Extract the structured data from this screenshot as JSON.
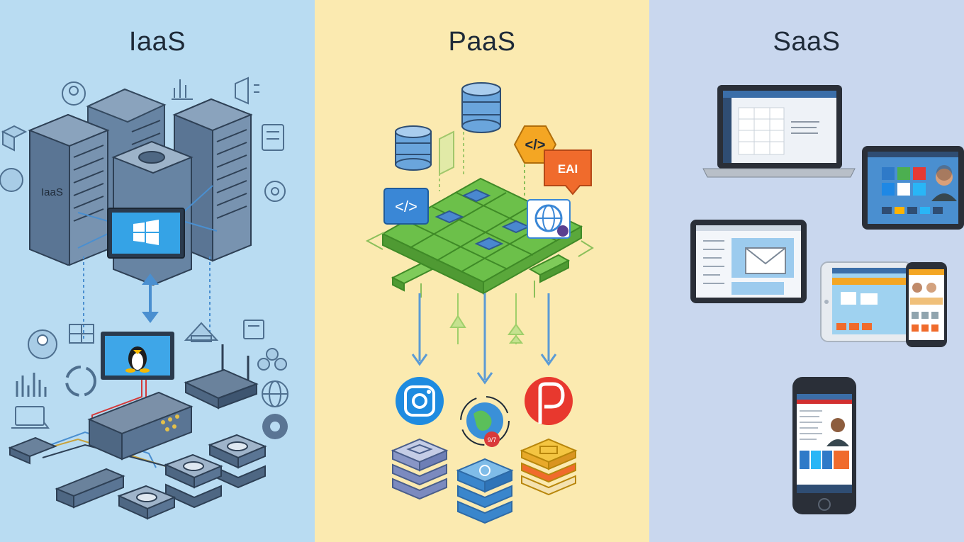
{
  "panels": {
    "iaas": {
      "title": "IaaS",
      "server_label": "IaaS"
    },
    "paas": {
      "title": "PaaS",
      "badge_text": "EAI",
      "badge_code": "</>",
      "globe_badge": "9/7"
    },
    "saas": {
      "title": "SaaS"
    }
  },
  "colors": {
    "iaas_bg": "#b9dcf2",
    "paas_bg": "#fbeab0",
    "saas_bg": "#c9d7ee",
    "server": "#5a7594",
    "platform_green": "#6cc04a",
    "arrow_blue": "#5b9bd5"
  },
  "icons": {
    "iaas": [
      "server-rack-icon",
      "windows-monitor-icon",
      "linux-monitor-icon",
      "router-icon",
      "switch-icon",
      "disk-storage-icon"
    ],
    "paas": [
      "database-icon",
      "code-icon",
      "globe-icon",
      "instagram-icon",
      "pinterest-icon",
      "stacked-server-icon"
    ],
    "saas": [
      "laptop-icon",
      "tablet-icon",
      "smartphone-icon",
      "email-icon"
    ]
  }
}
